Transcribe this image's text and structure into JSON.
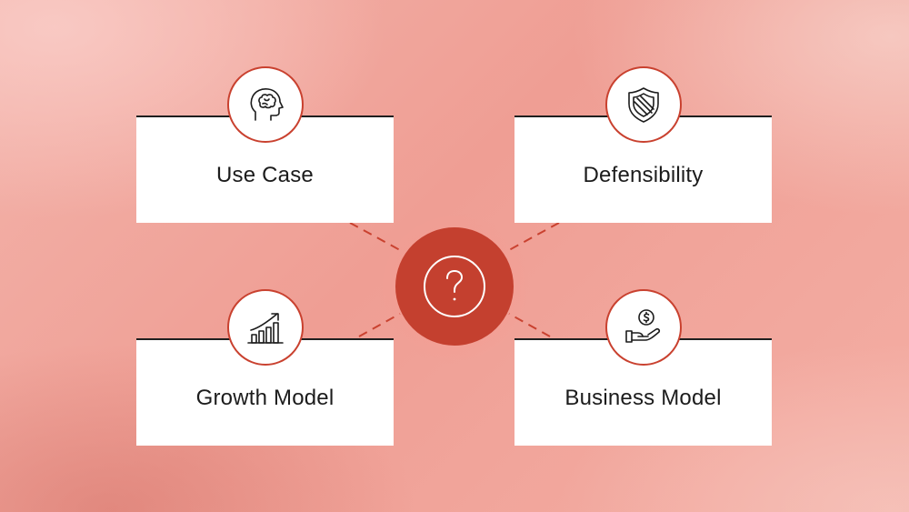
{
  "center": {
    "icon": "question-mark-icon",
    "color": "#c4402f"
  },
  "cards": [
    {
      "label": "Use Case",
      "icon": "brain-head-icon"
    },
    {
      "label": "Defensibility",
      "icon": "shield-icon"
    },
    {
      "label": "Growth Model",
      "icon": "growth-chart-icon"
    },
    {
      "label": "Business Model",
      "icon": "money-hand-icon"
    }
  ],
  "colors": {
    "accent": "#c4402f",
    "card_background": "#ffffff",
    "text": "#1c1c1c"
  }
}
